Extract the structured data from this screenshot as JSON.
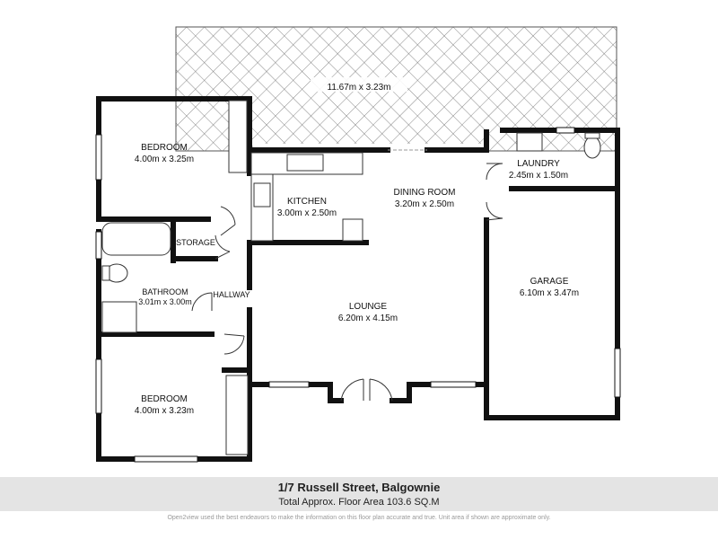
{
  "patio": {
    "dims": "11.67m x 3.23m"
  },
  "rooms": {
    "bedroom1": {
      "name": "BEDROOM",
      "dims": "4.00m x 3.25m"
    },
    "kitchen": {
      "name": "KITCHEN",
      "dims": "3.00m x 2.50m"
    },
    "dining": {
      "name": "DINING ROOM",
      "dims": "3.20m x 2.50m"
    },
    "laundry": {
      "name": "LAUNDRY",
      "dims": "2.45m x 1.50m"
    },
    "storage": {
      "name": "STORAGE"
    },
    "bathroom": {
      "name": "BATHROOM",
      "dims": "3.01m x 3.00m"
    },
    "hallway": {
      "name": "HALLWAY"
    },
    "lounge": {
      "name": "LOUNGE",
      "dims": "6.20m x 4.15m"
    },
    "garage": {
      "name": "GARAGE",
      "dims": "6.10m x 3.47m"
    },
    "bedroom2": {
      "name": "BEDROOM",
      "dims": "4.00m x 3.23m"
    }
  },
  "footer": {
    "address": "1/7 Russell Street, Balgownie",
    "area": "Total Approx. Floor Area 103.6 SQ.M",
    "disclaimer": "Open2view used the best endeavors to make the information on this floor plan accurate and true. Unit area if shown are approximate only."
  }
}
